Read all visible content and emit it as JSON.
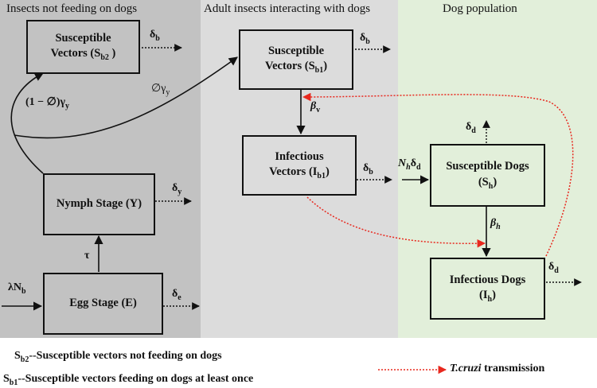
{
  "colors": {
    "panel_insects": "#c2c2c2",
    "panel_adult": "#dcdcdc",
    "panel_dogs": "#e2efda",
    "line": "#111111",
    "transmission": "#e8281e",
    "box_fill_left": "#c2c2c2",
    "box_fill_mid": "#dcdcdc",
    "box_fill_right": "#e2efda"
  },
  "panels": {
    "insects": "Insects not feeding on dogs",
    "adult": "Adult insects  interacting with dogs",
    "dogs": "Dog population"
  },
  "boxes": {
    "sb2": {
      "line1": "Susceptible",
      "line2": "Vectors (S",
      "sub": "b2",
      "close": " )"
    },
    "sb1": {
      "line1": "Susceptible",
      "line2": "Vectors (S",
      "sub": "b1",
      "close": ")"
    },
    "ib1": {
      "line1": "Infectious",
      "line2": "Vectors (I",
      "sub": "b1",
      "close": ")"
    },
    "nymph": {
      "line1": "Nymph Stage (Y)"
    },
    "egg": {
      "line1": "Egg Stage (E)"
    },
    "sh": {
      "line1": "Susceptible Dogs",
      "line2": "(S",
      "sub": "h",
      "close": ")"
    },
    "ih": {
      "line1": "Infectious Dogs",
      "line2": "(I",
      "sub": "h",
      "close": ")"
    }
  },
  "rates": {
    "delta": "δ",
    "delta_b": "b",
    "delta_y": "y",
    "delta_e": "e",
    "delta_d": "d",
    "beta": "β",
    "beta_v": "v",
    "beta_h": "h",
    "tau": "τ",
    "lambda_n": "λN",
    "lambda_sub": "b",
    "n_h_main": "N",
    "n_h_sub": "h",
    "one_minus": "(1 − ∅)γ",
    "one_minus_sub": "y",
    "phi_gamma": "∅γ",
    "phi_gamma_sub": "y"
  },
  "legend": {
    "sb2_sym": "S",
    "sb2_sub": "b2",
    "sb2_text": "--Susceptible vectors not feeding on dogs",
    "sb1_sym": "S",
    "sb1_sub": "b1",
    "sb1_text": "--Susceptible vectors feeding on dogs at least once",
    "transmission_italic": "T.cruzi",
    "transmission_text": " transmission"
  }
}
